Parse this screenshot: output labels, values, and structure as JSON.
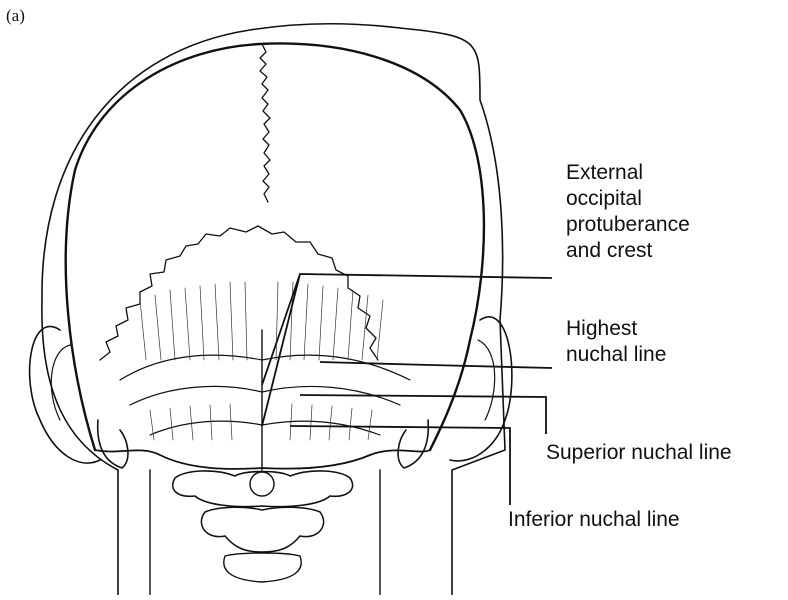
{
  "figure": {
    "panel_label": "(a)",
    "labels": {
      "external_occipital_protuberance": "External\noccipital\nprotuberance\nand crest",
      "highest_nuchal_line": "Highest\nnuchal line",
      "superior_nuchal_line": "Superior nuchal line",
      "inferior_nuchal_line": "Inferior nuchal line"
    },
    "line_color": "#111111"
  }
}
